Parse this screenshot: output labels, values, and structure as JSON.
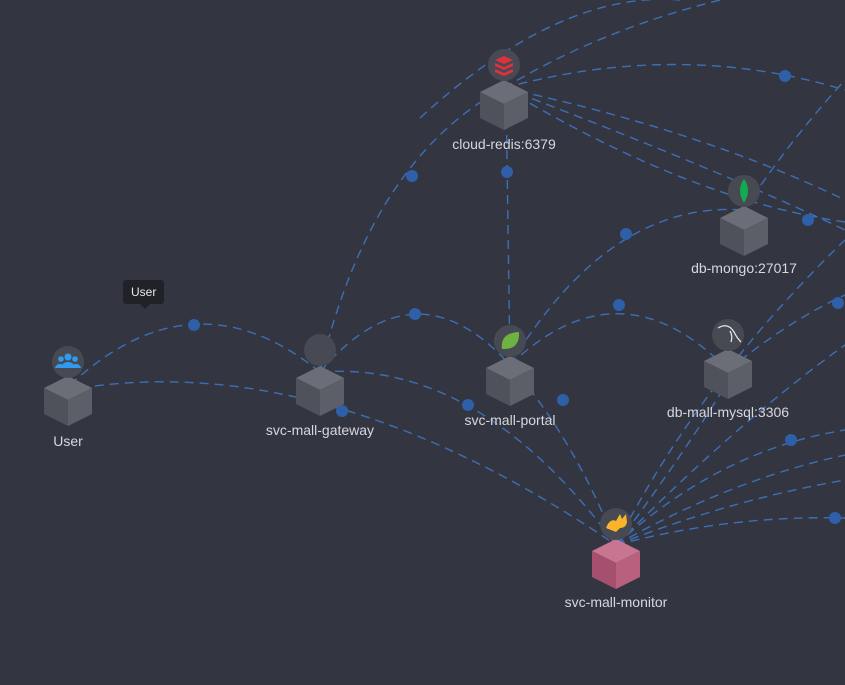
{
  "nodes": [
    {
      "id": "user",
      "label": "User",
      "icon": "users-icon",
      "type": "user"
    },
    {
      "id": "gateway",
      "label": "svc-mall-gateway",
      "icon": "none"
    },
    {
      "id": "redis",
      "label": "cloud-redis:6379",
      "icon": "redis-icon"
    },
    {
      "id": "portal",
      "label": "svc-mall-portal",
      "icon": "spring-leaf-icon"
    },
    {
      "id": "mongo",
      "label": "db-mongo:27017",
      "icon": "mongodb-leaf-icon"
    },
    {
      "id": "mysql",
      "label": "db-mall-mysql:3306",
      "icon": "mysql-dolphin-icon"
    },
    {
      "id": "monitor",
      "label": "svc-mall-monitor",
      "icon": "tomcat-icon",
      "highlighted": true
    }
  ],
  "tooltip": {
    "text": "User"
  },
  "colors": {
    "background": "#333640",
    "edge": "#3d6fb5",
    "cube": "#5a5d66",
    "highlight_cube": "#b05a78"
  }
}
